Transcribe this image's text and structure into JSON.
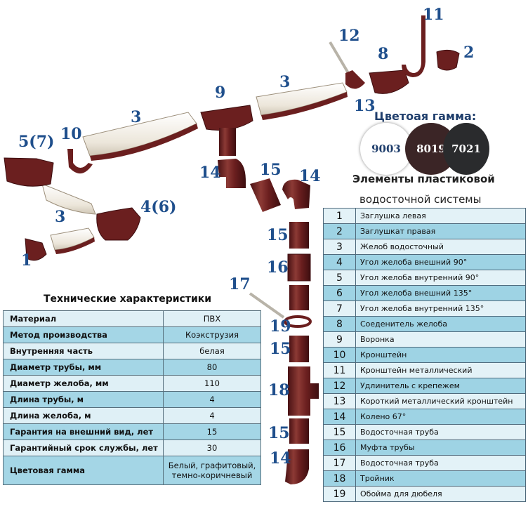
{
  "colors": {
    "brown": "#6b1f1f",
    "white_part": "#f3efe6",
    "label_blue": "#1f4f8c",
    "table_dark": "#9ed3e4",
    "table_light": "#e3f2f7"
  },
  "diagram_labels": {
    "n1": "1",
    "n2": "2",
    "n3a": "3",
    "n3b": "3",
    "n3c": "3",
    "n5": "5(7)",
    "n4": "4(6)",
    "n8": "8",
    "n9": "9",
    "n10": "10",
    "n11": "11",
    "n12": "12",
    "n13": "13",
    "n14a": "14",
    "n14b": "14",
    "n14c": "14",
    "n15a": "15",
    "n15b": "15",
    "n15c": "15",
    "n15d": "15",
    "n16": "16",
    "n17": "17",
    "n18": "18",
    "n19": "19"
  },
  "color_gamut": {
    "title": "Цветоая гамма:",
    "swatches": [
      {
        "code": "9003",
        "color": "#ffffff",
        "text_color": "#1f3e6c"
      },
      {
        "code": "8019",
        "color": "#3b2526",
        "text_color": "#ffffff"
      },
      {
        "code": "7021",
        "color": "#2a2b2d",
        "text_color": "#ffffff"
      }
    ]
  },
  "system_title": {
    "line1": "Элементы пластиковой",
    "line2": "водосточной системы"
  },
  "parts": [
    {
      "n": "1",
      "label": "Заглушка левая"
    },
    {
      "n": "2",
      "label": "Заглушкат правая"
    },
    {
      "n": "3",
      "label": "Желоб водосточный"
    },
    {
      "n": "4",
      "label": "Угол желоба внешний 90°"
    },
    {
      "n": "5",
      "label": "Угол желоба внутренний 90°"
    },
    {
      "n": "6",
      "label": "Угол желоба внешний 135°"
    },
    {
      "n": "7",
      "label": "Угол желоба внутренний 135°"
    },
    {
      "n": "8",
      "label": "Соеденитель желоба"
    },
    {
      "n": "9",
      "label": "Воронка"
    },
    {
      "n": "10",
      "label": "Кронштейн"
    },
    {
      "n": "11",
      "label": "Кронштейн металлический"
    },
    {
      "n": "12",
      "label": "Удлинитель с крепежем"
    },
    {
      "n": "13",
      "label": " Короткий металлический кронштейн"
    },
    {
      "n": "14",
      "label": "Колено 67°"
    },
    {
      "n": "15",
      "label": "Водосточная труба"
    },
    {
      "n": "16",
      "label": "Муфта трубы"
    },
    {
      "n": "17",
      "label": "Водосточная труба"
    },
    {
      "n": "18",
      "label": "Тройник"
    },
    {
      "n": "19",
      "label": "Обойма для дюбеля"
    }
  ],
  "specs": {
    "title": "Технические характеристики",
    "rows": [
      {
        "name": "Материал",
        "value": "ПВХ"
      },
      {
        "name": "Метод производства",
        "value": "Коэкструзия"
      },
      {
        "name": "Внутренняя часть",
        "value": "белая"
      },
      {
        "name": "Диаметр трубы, мм",
        "value": "80"
      },
      {
        "name": "Диаметр желоба, мм",
        "value": "110"
      },
      {
        "name": "Длина трубы, м",
        "value": "4"
      },
      {
        "name": "Длина желоба, м",
        "value": "4"
      },
      {
        "name": "Гарантия на внешний вид, лет",
        "value": "15"
      },
      {
        "name": "Гарантийный срок службы, лет",
        "value": "30"
      },
      {
        "name": "Цветовая гамма",
        "value": "Белый, графитовый, темно-коричневый"
      }
    ]
  }
}
